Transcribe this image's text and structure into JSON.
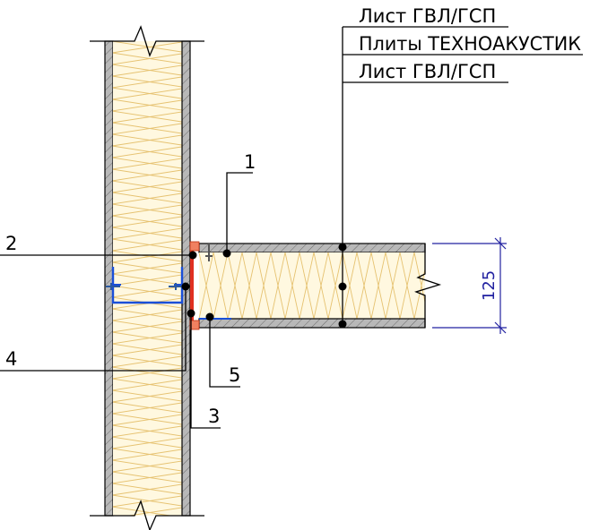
{
  "callouts": {
    "one": "1",
    "two": "2",
    "three": "3",
    "four": "4",
    "five": "5"
  },
  "layer_labels": [
    "Лист ГВЛ/ГСП",
    "Плиты ТЕХНОАКУСТИК",
    "Лист ГВЛ/ГСП"
  ],
  "dimension": {
    "value": "125"
  },
  "colors": {
    "board_fill": "#b4b4b4",
    "insulation_fill": "#fff7dc",
    "insulation_hatch": "#e8c97a",
    "profile": "#1a4fd8",
    "sealing_tape": "#e03020",
    "dimension": "#2020a0",
    "line": "#000000"
  }
}
